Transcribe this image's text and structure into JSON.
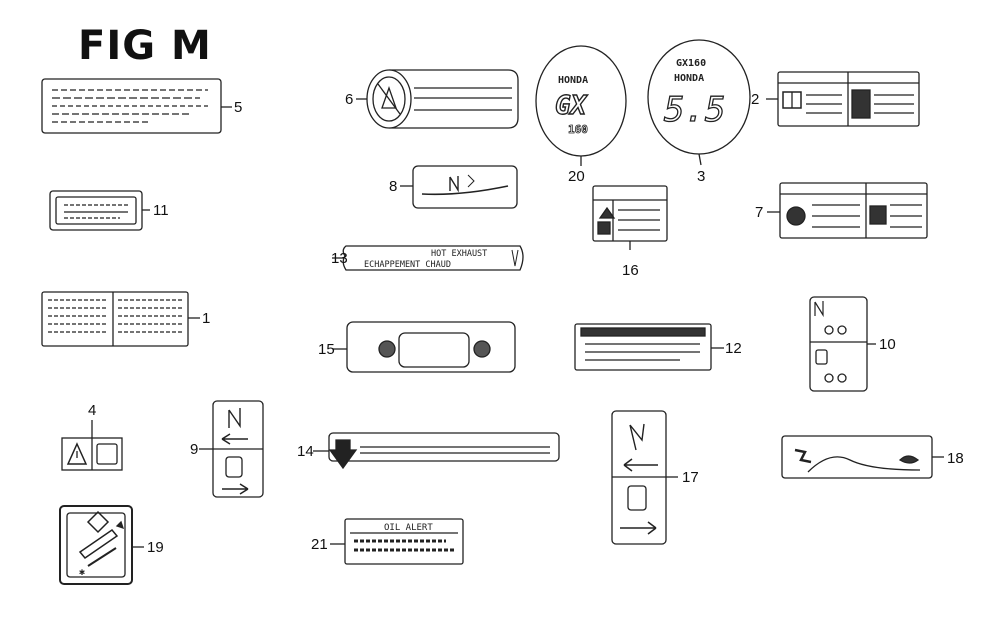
{
  "figure": {
    "title": "FIG M",
    "callouts": [
      "1",
      "2",
      "3",
      "4",
      "5",
      "6",
      "7",
      "8",
      "9",
      "10",
      "11",
      "12",
      "13",
      "14",
      "15",
      "16",
      "17",
      "18",
      "19",
      "20",
      "21"
    ]
  },
  "labels": {
    "hot_exhaust_line1": "HOT EXHAUST",
    "hot_exhaust_line2": "ECHAPPEMENT CHAUD",
    "oil_alert": "OIL ALERT",
    "emblem_20_brand": "HONDA",
    "emblem_20_model": "GX",
    "emblem_20_size": "160",
    "emblem_3_top": "GX160",
    "emblem_3_brand": "HONDA",
    "emblem_3_model": "5.5"
  }
}
